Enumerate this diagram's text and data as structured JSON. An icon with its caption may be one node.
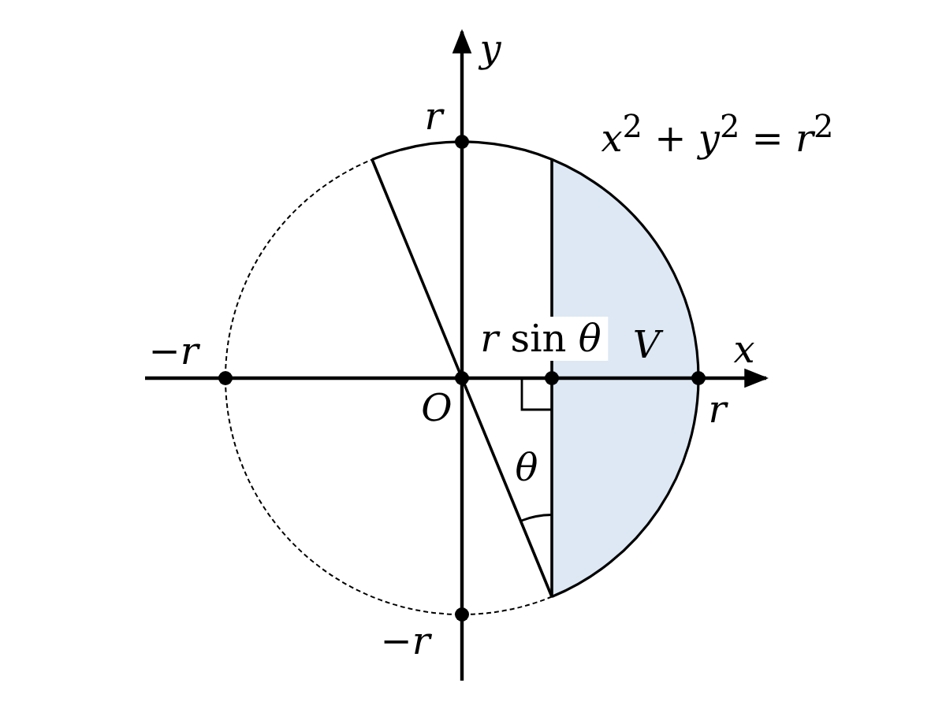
{
  "diagram": {
    "labels": [
      "y",
      "r",
      "*x*$^{2}$ + *y*$^{2}$ = *r*$^{2}$",
      "−*r*",
      "*r* sin *θ*",
      "V",
      "x",
      "O",
      "r",
      "θ",
      "−*r*"
    ]
  }
}
